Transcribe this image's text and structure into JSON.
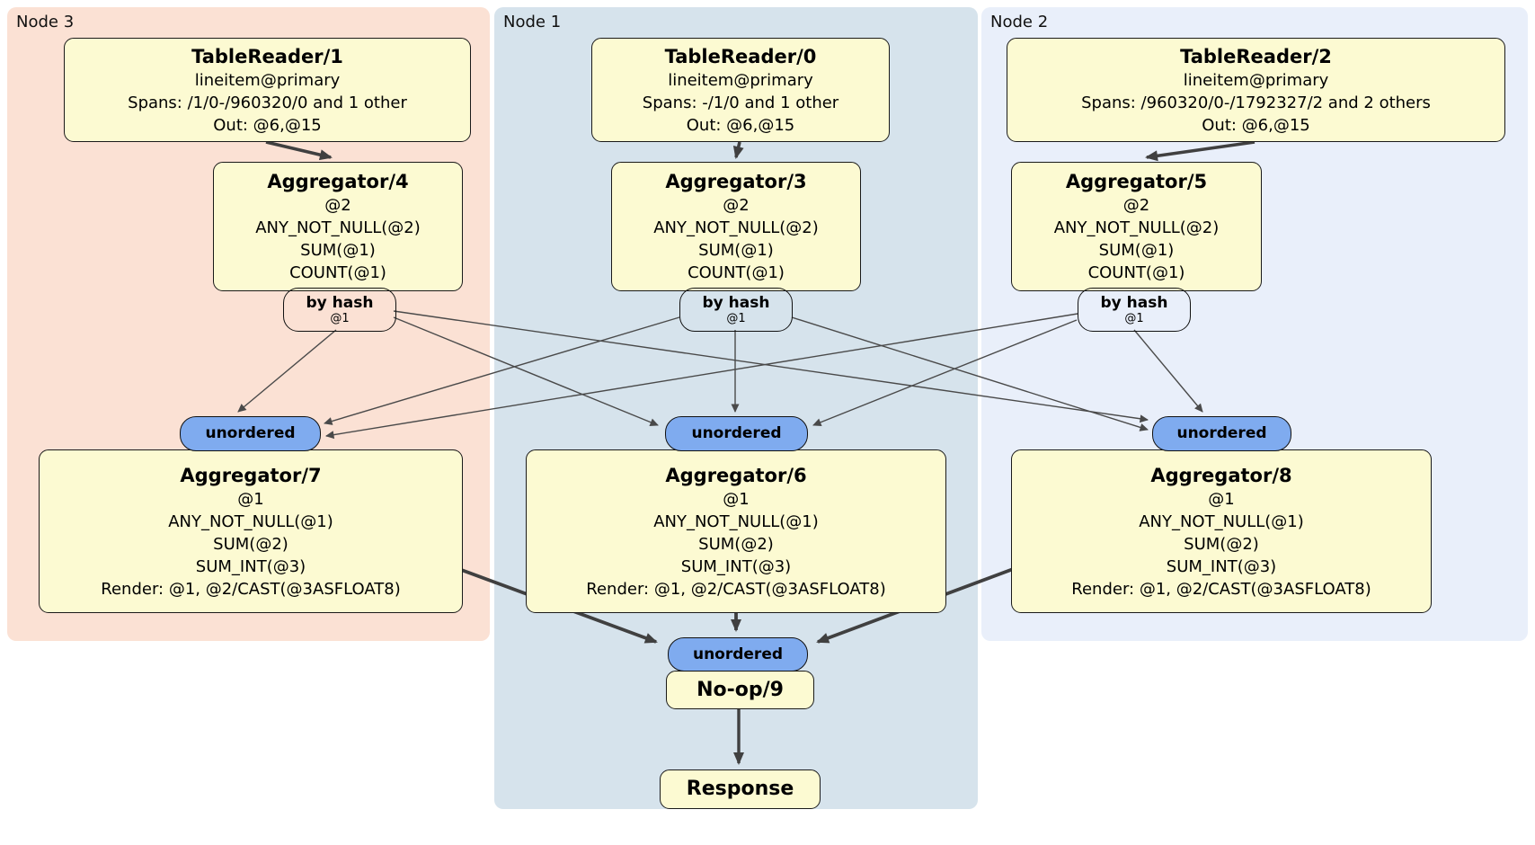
{
  "panels": [
    {
      "label": "Node 3"
    },
    {
      "label": "Node 1"
    },
    {
      "label": "Node 2"
    }
  ],
  "nodes": {
    "tablereader1": {
      "title": "TableReader/1",
      "lines": [
        "lineitem@primary",
        "Spans: /1/0-/960320/0 and 1 other",
        "Out: @6,@15"
      ]
    },
    "tablereader0": {
      "title": "TableReader/0",
      "lines": [
        "lineitem@primary",
        "Spans: -/1/0 and 1 other",
        "Out: @6,@15"
      ]
    },
    "tablereader2": {
      "title": "TableReader/2",
      "lines": [
        "lineitem@primary",
        "Spans: /960320/0-/1792327/2 and 2 others",
        "Out: @6,@15"
      ]
    },
    "aggregator4": {
      "title": "Aggregator/4",
      "lines": [
        "@2",
        "ANY_NOT_NULL(@2)",
        "SUM(@1)",
        "COUNT(@1)"
      ]
    },
    "aggregator3": {
      "title": "Aggregator/3",
      "lines": [
        "@2",
        "ANY_NOT_NULL(@2)",
        "SUM(@1)",
        "COUNT(@1)"
      ]
    },
    "aggregator5": {
      "title": "Aggregator/5",
      "lines": [
        "@2",
        "ANY_NOT_NULL(@2)",
        "SUM(@1)",
        "COUNT(@1)"
      ]
    },
    "aggregator7": {
      "title": "Aggregator/7",
      "lines": [
        "@1",
        "ANY_NOT_NULL(@1)",
        "SUM(@2)",
        "SUM_INT(@3)",
        "Render: @1, @2/CAST(@3ASFLOAT8)"
      ]
    },
    "aggregator6": {
      "title": "Aggregator/6",
      "lines": [
        "@1",
        "ANY_NOT_NULL(@1)",
        "SUM(@2)",
        "SUM_INT(@3)",
        "Render: @1, @2/CAST(@3ASFLOAT8)"
      ]
    },
    "aggregator8": {
      "title": "Aggregator/8",
      "lines": [
        "@1",
        "ANY_NOT_NULL(@1)",
        "SUM(@2)",
        "SUM_INT(@3)",
        "Render: @1, @2/CAST(@3ASFLOAT8)"
      ]
    },
    "noop": {
      "title": "No-op/9"
    },
    "response": {
      "title": "Response"
    }
  },
  "routers": {
    "hash_label": "by hash",
    "hash_detail": "@1",
    "stream_label": "unordered"
  },
  "colors": {
    "node3_bg": "#fbe1d4",
    "node1_bg": "#d6e3ec",
    "node2_bg": "#e9effa",
    "box_bg": "#fcfad2",
    "hash_pill": "#f5a express",
    "stream_pill": "#7fabef",
    "edge": "#404040"
  }
}
